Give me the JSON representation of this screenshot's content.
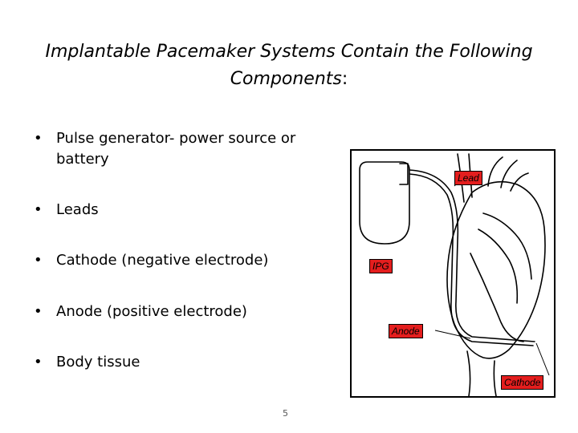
{
  "slide": {
    "title_line1": "Implantable Pacemaker Systems Contain the Following",
    "title_line2_italic": "Components",
    "title_line2_suffix": ":",
    "bullet_glyph": "•",
    "bullets": [
      {
        "line1": "Pulse generator- power source or",
        "line2": "battery"
      },
      {
        "line1": "Leads"
      },
      {
        "line1": "Cathode (negative electrode)"
      },
      {
        "line1": "Anode (positive electrode)"
      },
      {
        "line1": "Body tissue"
      }
    ],
    "page_number": "5"
  },
  "figure": {
    "labels": {
      "lead": "Lead",
      "ipg": "IPG",
      "anode": "Anode",
      "cathode": "Cathode"
    },
    "label_color": "#e41e1e"
  }
}
